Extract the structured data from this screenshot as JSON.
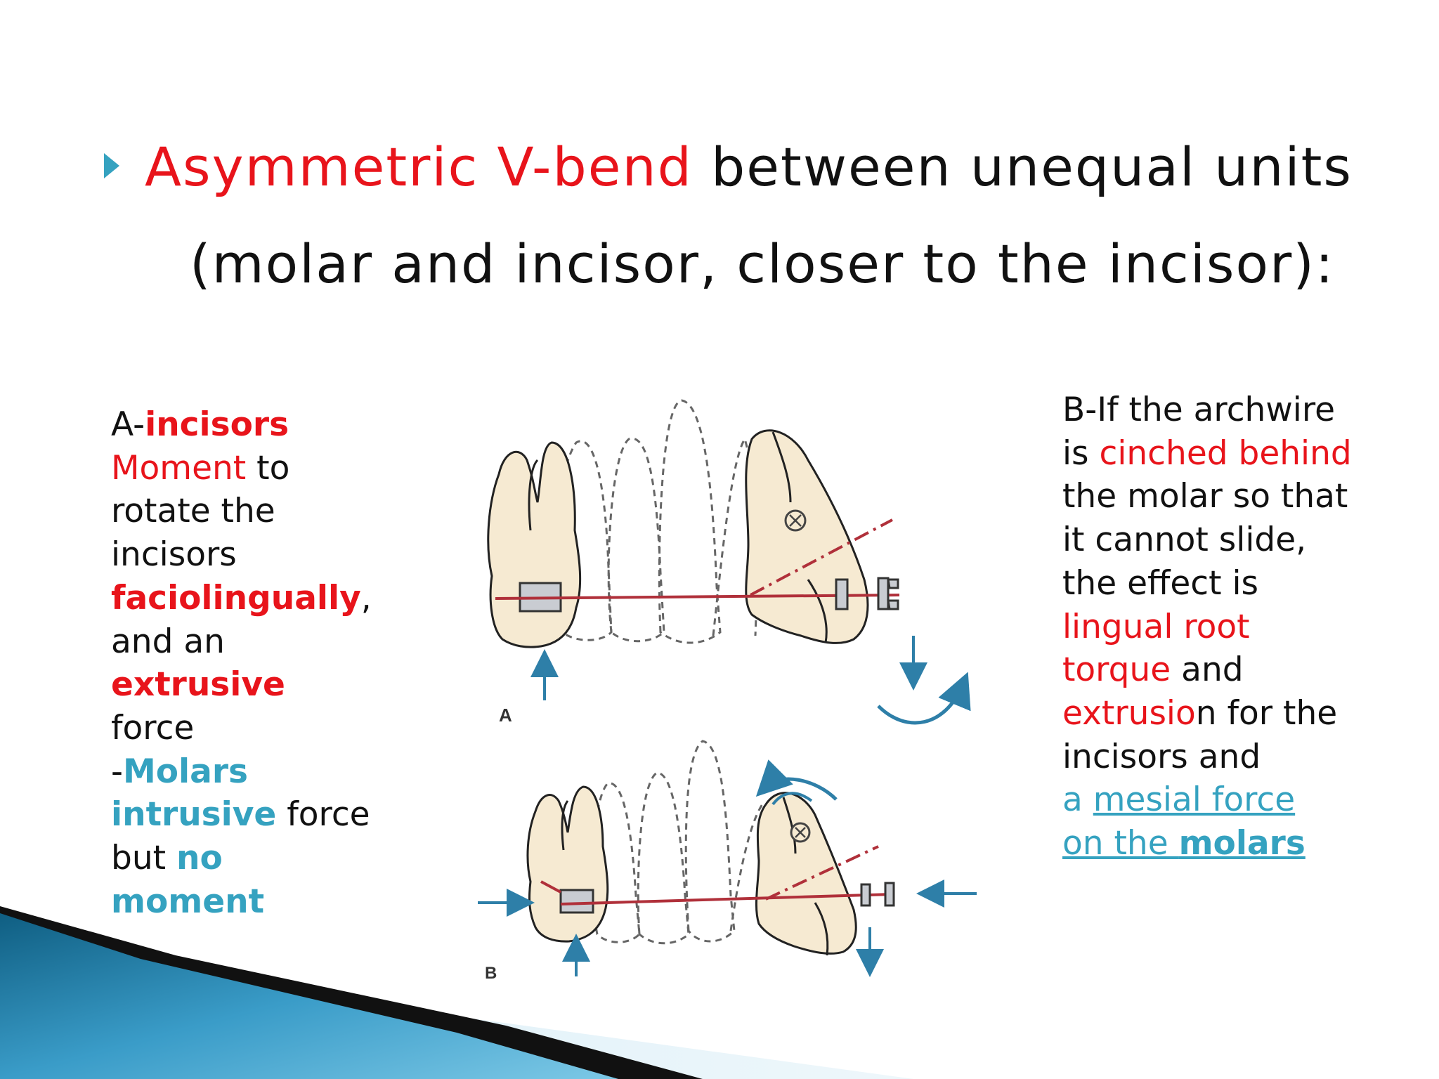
{
  "title": {
    "highlight": "Asymmetric V-bend",
    "rest": " between unequal units",
    "line2": "(molar and incisor, closer to the incisor):"
  },
  "left_text": {
    "a_prefix": "A-",
    "incisors": "incisors",
    "moment": "Moment",
    "to": " to",
    "rotate_the": "rotate the",
    "incisors2": "incisors",
    "faciolingually": "faciolingually",
    "comma": ",",
    "and_an": "and an",
    "extrusive": "extrusive",
    "force": "force",
    "dash": "-",
    "molars": "Molars",
    "intrusive": "intrusive",
    "force2": " force",
    "but": "but ",
    "no": "no",
    "moment2": "moment"
  },
  "right_text": {
    "l1": "B-If the archwire",
    "is": "is ",
    "cinched": "cinched behind",
    "l3": "the molar so that",
    "l4": "it cannot slide,",
    "l5": "the effect is",
    "lingual_root": "lingual root",
    "torque": "torque",
    "and": " and",
    "extrusio": "extrusio",
    "n_for_the": "n for the",
    "l9": "incisors and",
    "a": " a ",
    "mesial_force": "mesial force",
    "on_the": "on the ",
    "molars": "molars"
  },
  "figure": {
    "label_a": "A",
    "label_b": "B",
    "colors": {
      "tooth": "#f6ead2",
      "wire": "#b0303a",
      "arrow": "#2e7fa8",
      "bracket": "#c9ccd2"
    }
  },
  "colors": {
    "accent_red": "#e8141b",
    "accent_teal": "#35a2c0"
  }
}
